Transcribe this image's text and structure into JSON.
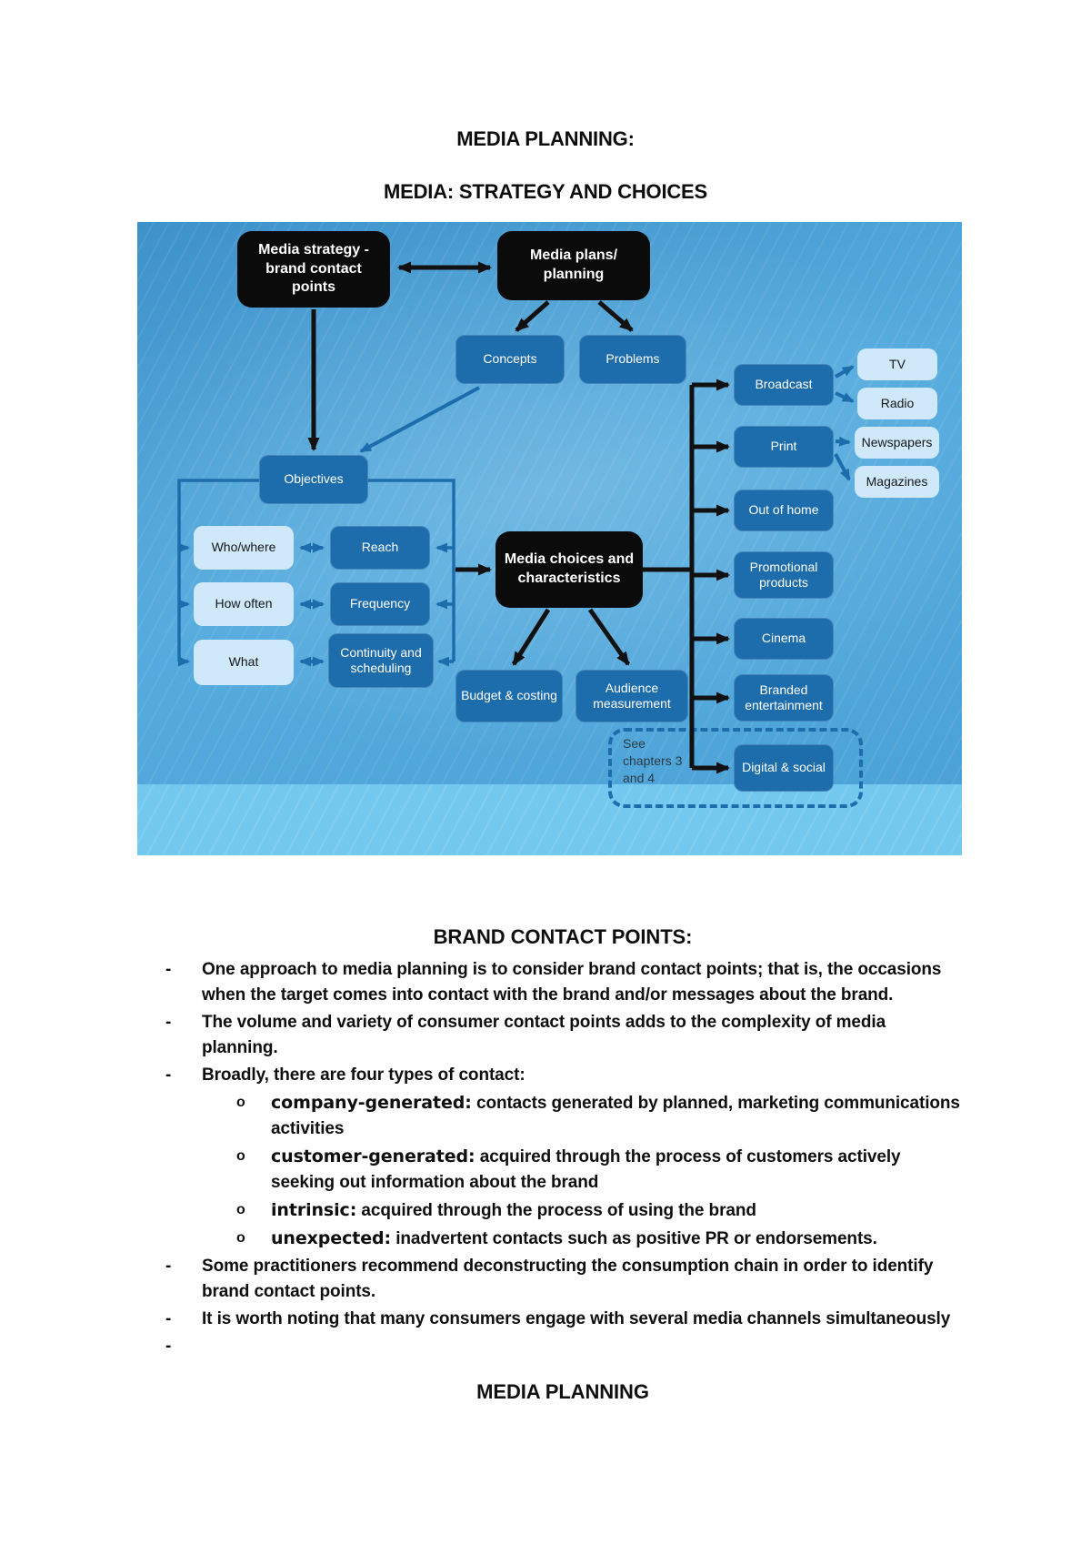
{
  "doc": {
    "title": "MEDIA PLANNING:",
    "subtitle": "MEDIA: STRATEGY AND CHOICES",
    "section_heading": "BRAND CONTACT POINTS:",
    "bottom_heading": "MEDIA PLANNING"
  },
  "markers": {
    "dash": "-",
    "circle": "o"
  },
  "bullets": {
    "b1": "One approach to media planning is to consider brand contact points; that is, the occasions when the target comes into contact with the brand and/or messages about the brand.",
    "b2": "The volume and variety of consumer contact points adds to the complexity of media planning.",
    "b3": "Broadly, there are four types of contact:",
    "b4": "Some practitioners recommend deconstructing the consumption chain in order to identify brand contact points.",
    "b5": "It is worth noting that many consumers engage with several media channels simultaneously",
    "b6": ""
  },
  "sub_bullets": [
    {
      "lead": "company-generated:",
      "text": " contacts generated by planned, marketing communications activities"
    },
    {
      "lead": "customer-generated:",
      "text": " acquired through the process of customers actively seeking out information about the brand"
    },
    {
      "lead": "intrinsic:",
      "text": " acquired through the process of using the brand"
    },
    {
      "lead": "unexpected:",
      "text": " inadvertent contacts such as positive PR or endorsements."
    }
  ],
  "diagram": {
    "nodes": {
      "media_strategy": "Media strategy - brand contact points",
      "media_plans": "Media plans/ planning",
      "concepts": "Concepts",
      "problems": "Problems",
      "objectives": "Objectives",
      "who_where": "Who/where",
      "reach": "Reach",
      "how_often": "How often",
      "frequency": "Frequency",
      "what": "What",
      "continuity": "Continuity and scheduling",
      "media_choices": "Media choices and characteristics",
      "budget": "Budget & costing",
      "audience": "Audience measurement",
      "broadcast": "Broadcast",
      "print": "Print",
      "out_of_home": "Out of home",
      "promotional": "Promotional products",
      "cinema": "Cinema",
      "branded": "Branded entertainment",
      "digital": "Digital & social",
      "tv": "TV",
      "radio": "Radio",
      "newspapers": "Newspapers",
      "magazines": "Magazines"
    },
    "note": "See chapters 3 and 4",
    "colors": {
      "background_blue": "#4aa1d6",
      "bottom_band": "#72c8ef",
      "node_blue": "#1d6dad",
      "node_light": "#cfe9fb",
      "node_black": "#0b0b0b",
      "connector_black": "#111111",
      "connector_blue": "#1d6dad"
    }
  }
}
